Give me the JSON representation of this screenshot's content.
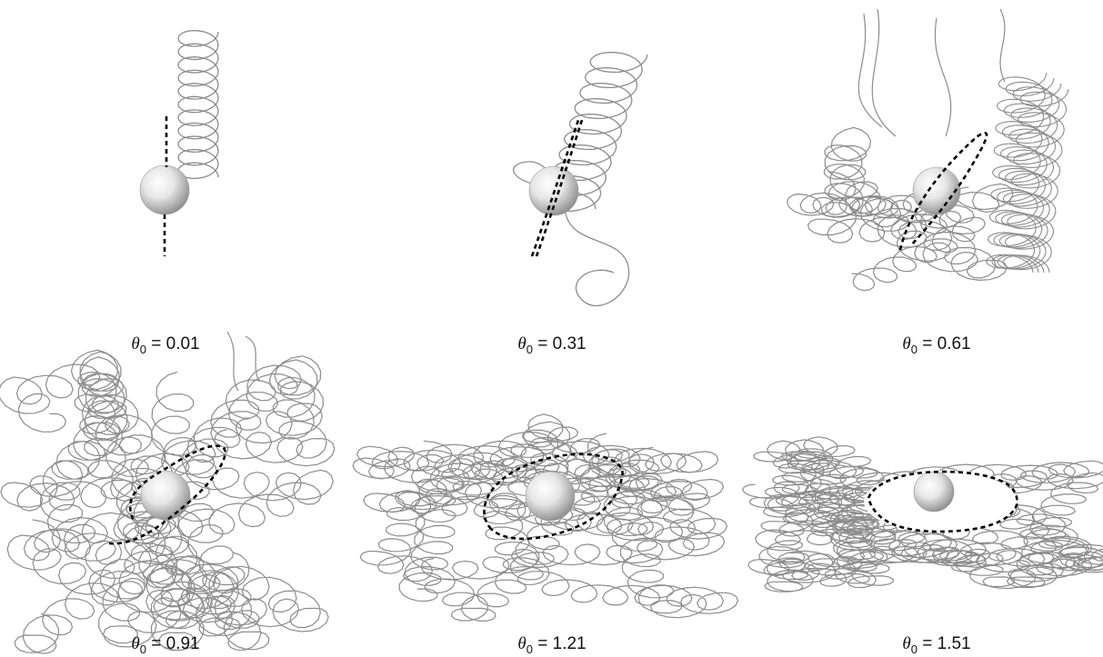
{
  "panels": [
    {
      "symbol": "θ",
      "subscript": "0",
      "equals": "=",
      "value": "0.01"
    },
    {
      "symbol": "θ",
      "subscript": "0",
      "equals": "=",
      "value": "0.31"
    },
    {
      "symbol": "θ",
      "subscript": "0",
      "equals": "=",
      "value": "0.61"
    },
    {
      "symbol": "θ",
      "subscript": "0",
      "equals": "=",
      "value": "0.91"
    },
    {
      "symbol": "θ",
      "subscript": "0",
      "equals": "=",
      "value": "1.21"
    },
    {
      "symbol": "θ",
      "subscript": "0",
      "equals": "=",
      "value": "1.51"
    }
  ],
  "colors": {
    "trajectory": "#8c8c8c",
    "orbit": "#000000",
    "sphere_light": "#ffffff",
    "sphere_dark": "#8a8a8a"
  }
}
